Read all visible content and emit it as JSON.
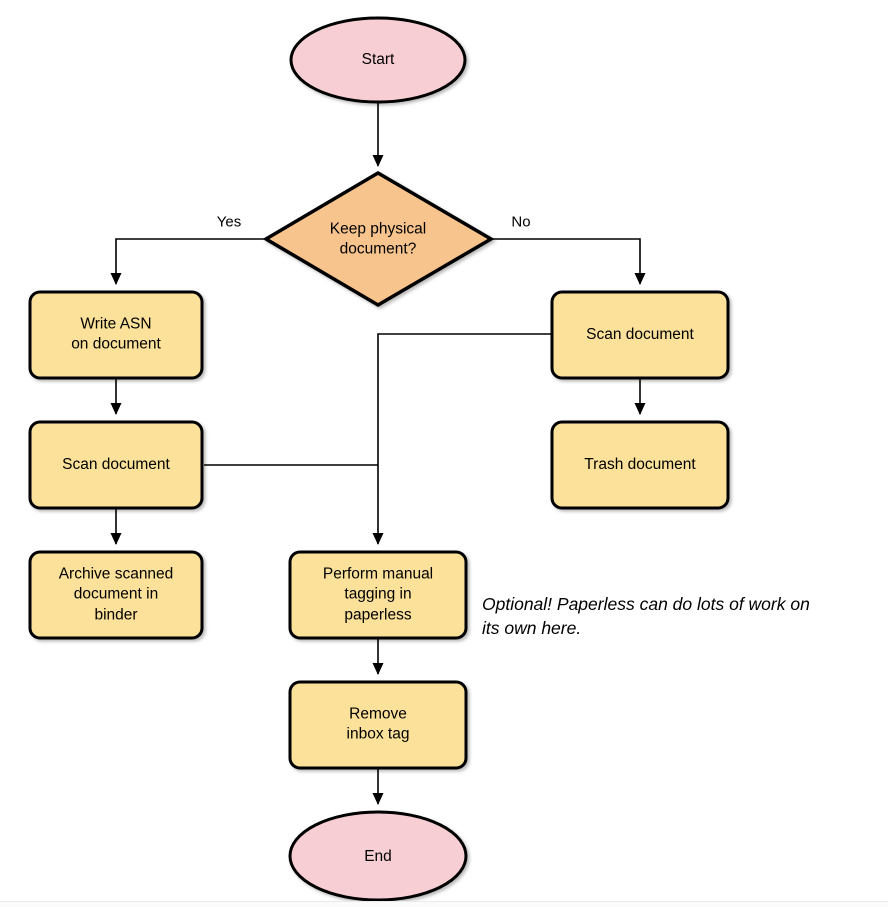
{
  "diagram": {
    "nodes": {
      "start": {
        "label": "Start",
        "type": "terminator"
      },
      "decision": {
        "label": "Keep physical\ndocument?",
        "type": "decision"
      },
      "write_asn": {
        "label": "Write ASN\non document",
        "type": "process"
      },
      "scan_left": {
        "label": "Scan document",
        "type": "process"
      },
      "archive": {
        "label": "Archive scanned\ndocument in\nbinder",
        "type": "process"
      },
      "scan_right": {
        "label": "Scan document",
        "type": "process"
      },
      "trash": {
        "label": "Trash document",
        "type": "process"
      },
      "tagging": {
        "label": "Perform manual\ntagging in\npaperless",
        "type": "process"
      },
      "remove_inbox": {
        "label": "Remove\ninbox tag",
        "type": "process"
      },
      "end": {
        "label": "End",
        "type": "terminator"
      }
    },
    "edge_labels": {
      "yes": "Yes",
      "no": "No"
    },
    "note": "Optional! Paperless can do lots of work on\nits own here.",
    "colors": {
      "terminator_fill": "#f6ced3",
      "decision_fill": "#f8c48d",
      "process_fill": "#fbe19a",
      "stroke": "#000000",
      "background": "#ffffff"
    }
  }
}
